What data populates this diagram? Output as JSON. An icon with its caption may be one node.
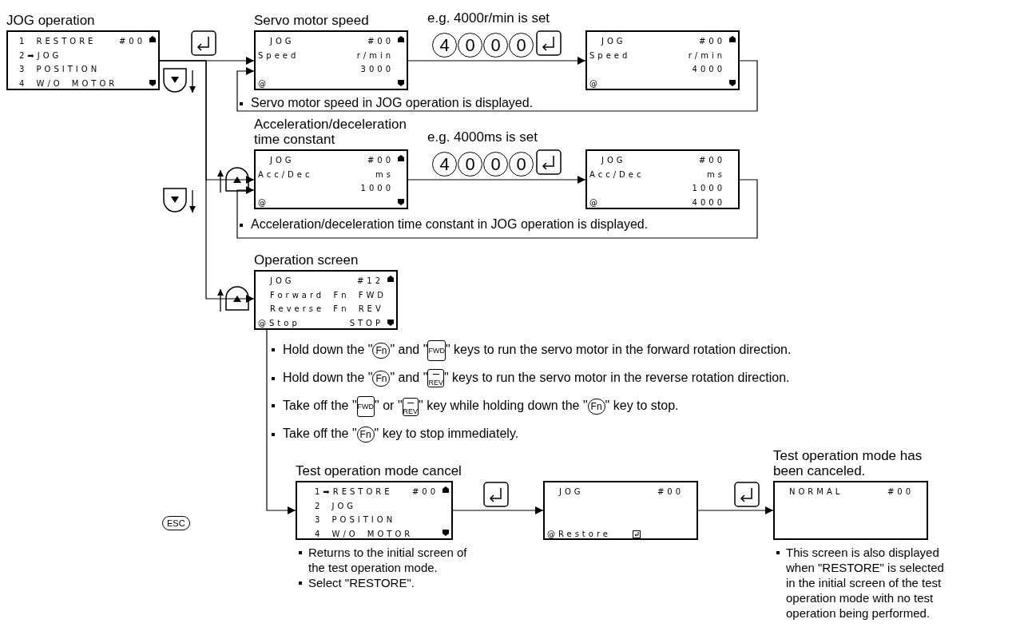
{
  "diagram": {
    "nodes": [
      {
        "text": [
          "JOG operation",
          "1 RESTORE",
          "#00",
          "2➡JOG",
          "3 POSITION",
          "4 W/O MOTOR"
        ]
      },
      {
        "text": [
          "Servo motor speed",
          "JOG",
          "#00",
          "Speed",
          "r/min",
          "3000",
          "@"
        ]
      },
      {
        "text": [
          "JOG",
          "#00",
          "Speed",
          "r/min",
          "4000",
          "@"
        ]
      },
      {
        "text": [
          "Acceleration/deceleration time constant",
          "JOG",
          "#00",
          "Acc/Dec",
          "ms",
          "1000",
          "@"
        ]
      },
      {
        "text": [
          "JOG",
          "#00",
          "Acc/Dec",
          "ms",
          "1000",
          "@",
          "4000"
        ]
      },
      {
        "text": [
          "Operation screen",
          "JOG",
          "#12",
          "Forward Fn FWD",
          "Reverse Fn REV",
          "@Stop",
          "STOP"
        ]
      },
      {
        "text": [
          "Test operation mode cancel",
          "1➡RESTORE",
          "#00",
          "2 JOG",
          "3 POSITION",
          "4 W/O MOTOR"
        ],
        "beside": [
          "Returns to the initial screen of the test operation mode.",
          "Select \"RESTORE\"."
        ]
      },
      {
        "text": [
          "JOG",
          "#00",
          "@Restore"
        ]
      },
      {
        "text": [
          "Test operation mode has been canceled.",
          "NORMAL",
          "#00"
        ],
        "beside": [
          "This screen is also displayed when \"RESTORE\" is selected in the initial screen of the test operation mode with no test operation being performed."
        ]
      }
    ],
    "edges": [
      {
        "from": 0,
        "to": 1,
        "arrow": "to"
      },
      {
        "from": 0,
        "to": 3,
        "arrow": "to"
      },
      {
        "from": 0,
        "to": 5,
        "arrow": "to"
      },
      {
        "from": 1,
        "to": 2,
        "arrow": "to",
        "label": "e.g. 4000r/min is set"
      },
      {
        "from": 2,
        "to": 1,
        "arrow": "to"
      },
      {
        "from": 3,
        "to": 4,
        "arrow": "to",
        "label": "e.g. 4000ms is set"
      },
      {
        "from": 4,
        "to": 3,
        "arrow": "to"
      },
      {
        "from": 5,
        "to": 6,
        "arrow": "to"
      },
      {
        "from": 6,
        "to": 7,
        "arrow": "to"
      },
      {
        "from": 7,
        "to": 8,
        "arrow": "to"
      }
    ],
    "labels": [
      "4",
      "0",
      "0",
      "0",
      "Servo motor speed in JOG operation is displayed.",
      "4",
      "0",
      "0",
      "0",
      "Acceleration/deceleration time constant in JOG operation is displayed.",
      "Hold down the \"Fn\" and \"FWD\" keys to run the servo motor in the forward rotation direction.",
      "Hold down the \"Fn\" and \"REV\" keys to run the servo motor in the reverse rotation direction.",
      "Take off the \"FWD\" or \"REV\" key while holding down the \"Fn\" key to stop.",
      "Take off the \"Fn\" key to stop immediately.",
      "ESC"
    ]
  }
}
